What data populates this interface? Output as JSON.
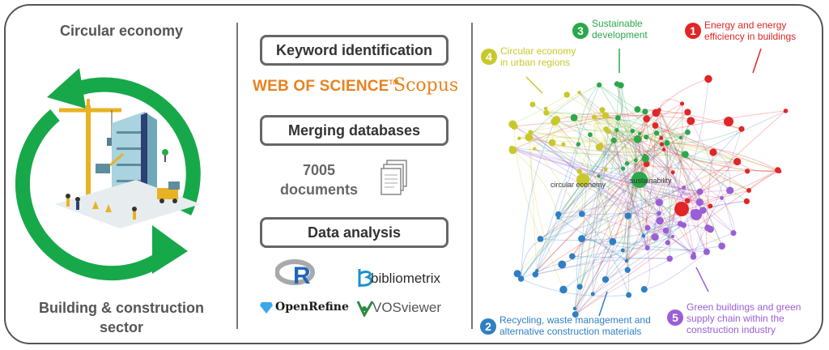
{
  "left_panel": {
    "title": "Circular economy",
    "sector_line1": "Building & construction",
    "sector_line2": "sector"
  },
  "middle_panel": {
    "step1": "Keyword identification",
    "wos": "WEB OF SCIENCE",
    "wos_tm": "TM",
    "scopus": "Scopus",
    "step2": "Merging databases",
    "doc_count": "7005",
    "doc_word": "documents",
    "step3": "Data analysis",
    "tools": {
      "r": "R",
      "bibliometrix": "bibliometrix",
      "openrefine": "OpenRefine",
      "vosviewer": "VOSviewer"
    }
  },
  "clusters": [
    {
      "num": "1",
      "line1": "Energy and energy",
      "line2": "efficiency in buildings",
      "color": "#e02626"
    },
    {
      "num": "2",
      "line1": "Recycling, waste management and",
      "line2": "alternative construction materials",
      "color": "#2f7fc4"
    },
    {
      "num": "3",
      "line1": "Sustainable",
      "line2": "development",
      "color": "#2aa84a"
    },
    {
      "num": "4",
      "line1": "Circular economy",
      "line2": "in urban regions",
      "color": "#c8c82a"
    },
    {
      "num": "5",
      "line1": "Green buildings and green",
      "line2": "supply chain within the",
      "line3": "construction industry",
      "color": "#9a5fd6"
    }
  ],
  "network_nodes": {
    "sustainability": "sustainability",
    "circular_economy": "circular economy"
  }
}
